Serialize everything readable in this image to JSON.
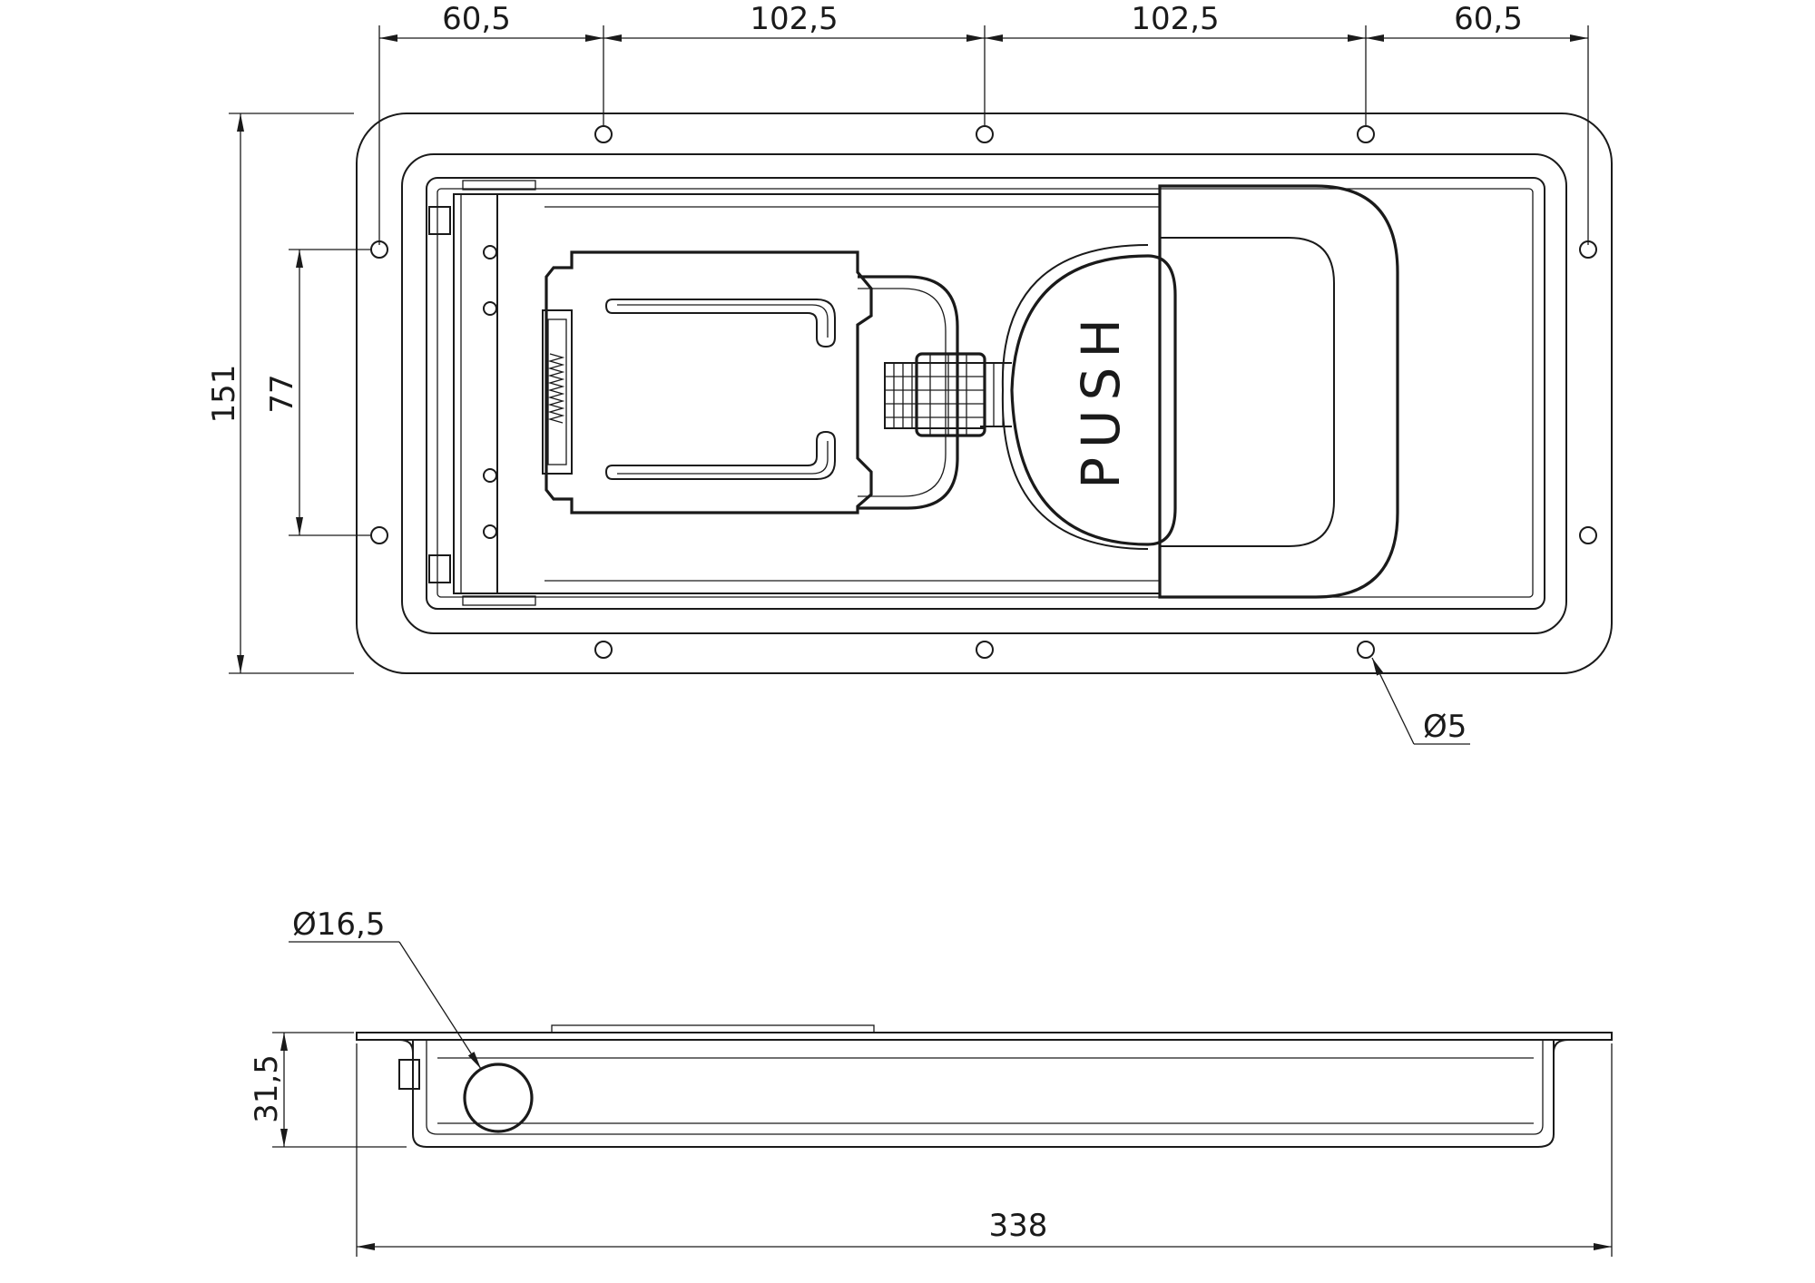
{
  "top_view": {
    "dims": {
      "top_seg_1": "60,5",
      "top_seg_2": "102,5",
      "top_seg_3": "102,5",
      "top_seg_4": "60,5",
      "height_overall": "151",
      "hole_spacing_vertical": "77",
      "hole_diameter": "Ø5"
    },
    "handle_text": "PUSH"
  },
  "side_view": {
    "dims": {
      "depth": "31,5",
      "knob_diameter": "Ø16,5",
      "length_overall": "338"
    }
  }
}
